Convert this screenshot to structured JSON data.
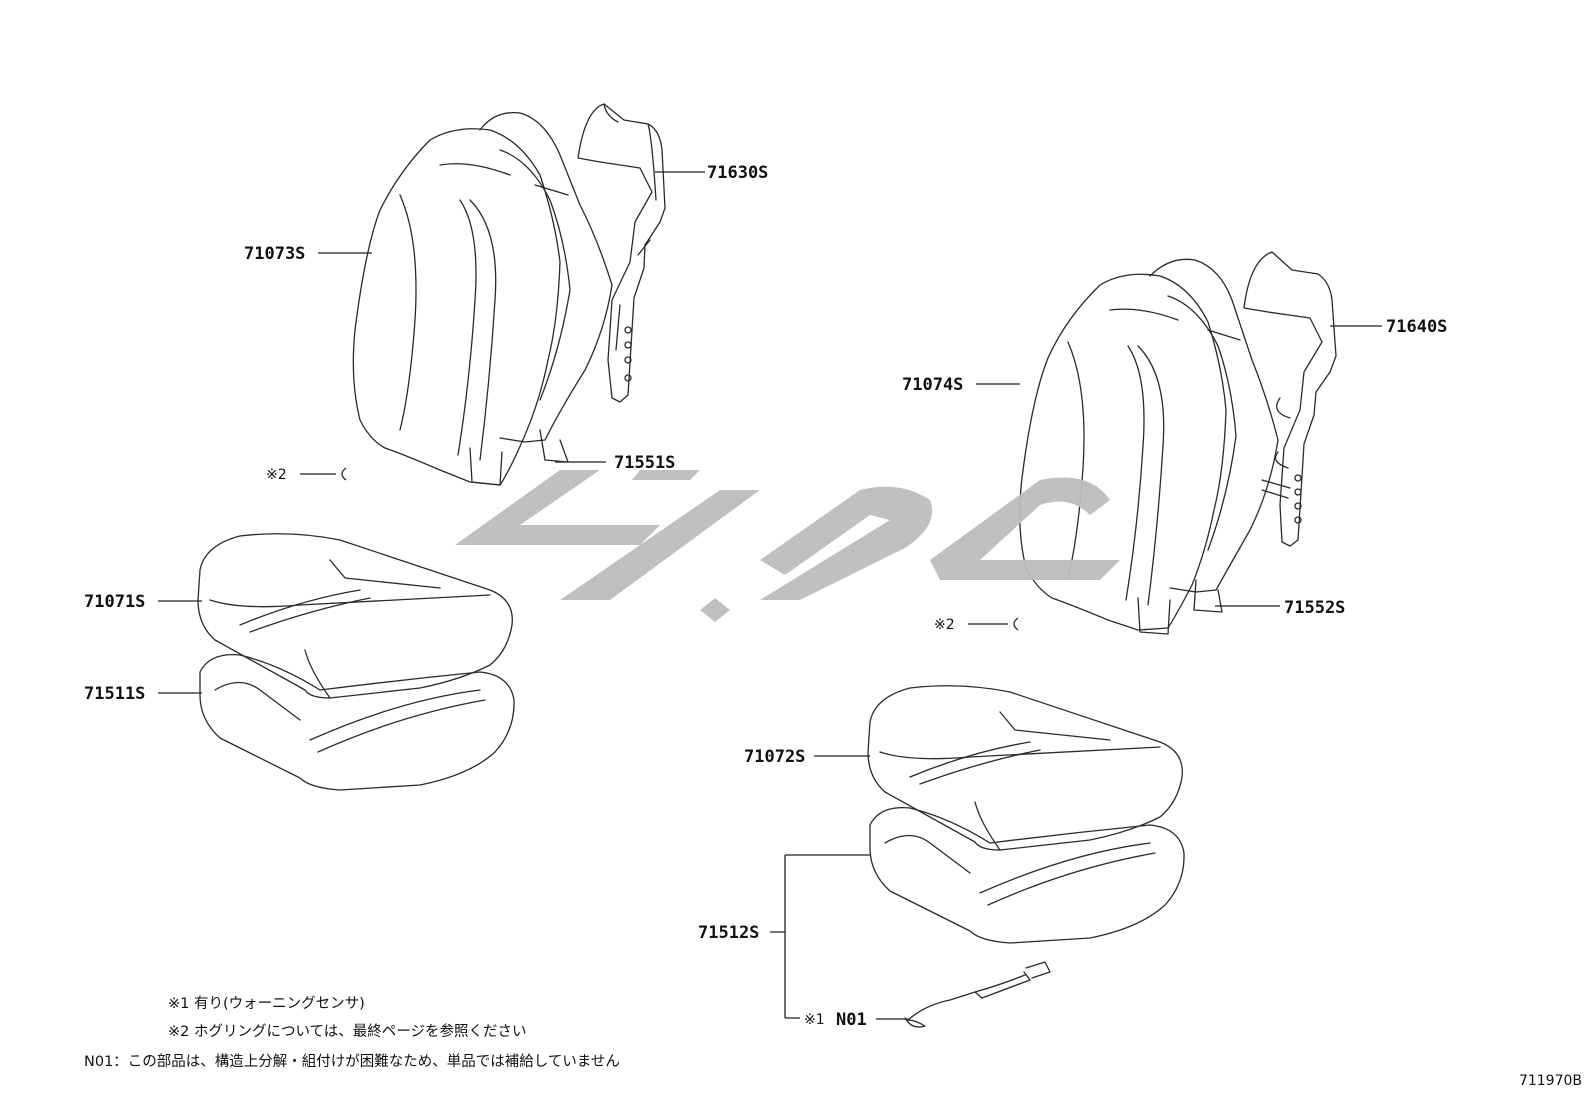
{
  "parts": {
    "p71630S": "71630S",
    "p71073S": "71073S",
    "p71551S": "71551S",
    "p71640S": "71640S",
    "p71074S": "71074S",
    "p71552S": "71552S",
    "p71071S": "71071S",
    "p71511S": "71511S",
    "p71072S": "71072S",
    "p71512S": "71512S",
    "pN01": "N01"
  },
  "marks": {
    "hog_ring_left": "※2",
    "hog_ring_right": "※2",
    "sensor_mark": "※1"
  },
  "notes": {
    "note1": "※1  有り(ウォーニングセンサ)",
    "note2": "※2  ホグリングについては、最終ページを参照ください",
    "n01": "N01：この部品は、構造上分解・組付けが困難なため、単品では補給していません"
  },
  "figure_code": "711970B",
  "watermark_color": "#bdbdbd"
}
